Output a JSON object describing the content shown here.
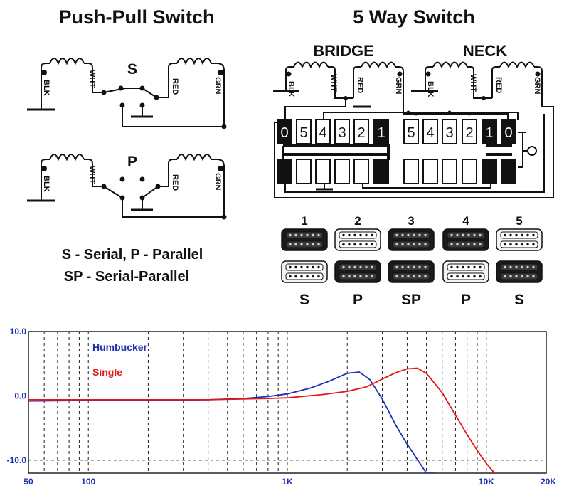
{
  "push_pull": {
    "title": "Push-Pull Switch",
    "serial_letter": "S",
    "parallel_letter": "P",
    "wire_labels": [
      "BLK",
      "WHT",
      "RED",
      "GRN"
    ],
    "legend_line1": "S - Serial, P - Parallel",
    "legend_line2": "SP - Serial-Parallel"
  },
  "five_way": {
    "title": "5 Way Switch",
    "bridge_label": "BRIDGE",
    "neck_label": "NECK",
    "wire_labels": [
      "BLK",
      "WHT",
      "RED",
      "GRN"
    ],
    "left_bank_numbers": [
      "0",
      "5",
      "4",
      "3",
      "2",
      "1"
    ],
    "right_bank_numbers": [
      "5",
      "4",
      "3",
      "2",
      "1",
      "0"
    ],
    "positions": [
      "1",
      "2",
      "3",
      "4",
      "5"
    ],
    "modes": [
      "S",
      "P",
      "SP",
      "P",
      "S"
    ],
    "top_pickups_dark": [
      true,
      false,
      true,
      true,
      false
    ],
    "bottom_pickups_dark": [
      false,
      true,
      true,
      false,
      true
    ]
  },
  "chart_data": {
    "type": "line",
    "x_scale": "log",
    "xlim": [
      50,
      20000
    ],
    "ylim": [
      -12,
      10
    ],
    "x_ticks": [
      {
        "value": 50,
        "label": "50"
      },
      {
        "value": 100,
        "label": "100"
      },
      {
        "value": 1000,
        "label": "1K"
      },
      {
        "value": 10000,
        "label": "10K"
      },
      {
        "value": 20000,
        "label": "20K"
      }
    ],
    "y_ticks": [
      {
        "value": 10,
        "label": "10.0"
      },
      {
        "value": 0,
        "label": "0.0"
      },
      {
        "value": -10,
        "label": "-10.0"
      }
    ],
    "grid": true,
    "colors": {
      "axis_text": "#1f2fb5",
      "grid": "#222222",
      "humbucker": "#1f2fb5",
      "single": "#e01818"
    },
    "series": [
      {
        "name": "Humbucker",
        "color": "#1f2fb5",
        "x": [
          50,
          100,
          200,
          400,
          600,
          800,
          1000,
          1300,
          1600,
          2000,
          2300,
          2600,
          3000,
          3500,
          4000,
          5000,
          5500
        ],
        "y": [
          -0.8,
          -0.7,
          -0.7,
          -0.6,
          -0.4,
          -0.1,
          0.3,
          1.2,
          2.2,
          3.5,
          3.7,
          2.5,
          -0.5,
          -4.5,
          -7.5,
          -12.0,
          -12.0
        ]
      },
      {
        "name": "Single",
        "color": "#e01818",
        "x": [
          50,
          100,
          200,
          400,
          800,
          1000,
          1500,
          2000,
          2500,
          3000,
          3500,
          4000,
          4500,
          5000,
          6000,
          7000,
          8000,
          9000,
          10000,
          11000
        ],
        "y": [
          -0.6,
          -0.6,
          -0.6,
          -0.6,
          -0.4,
          -0.3,
          0.2,
          0.7,
          1.4,
          2.6,
          3.6,
          4.2,
          4.3,
          3.5,
          0.5,
          -3.0,
          -6.0,
          -8.5,
          -10.5,
          -12.0
        ]
      }
    ]
  }
}
